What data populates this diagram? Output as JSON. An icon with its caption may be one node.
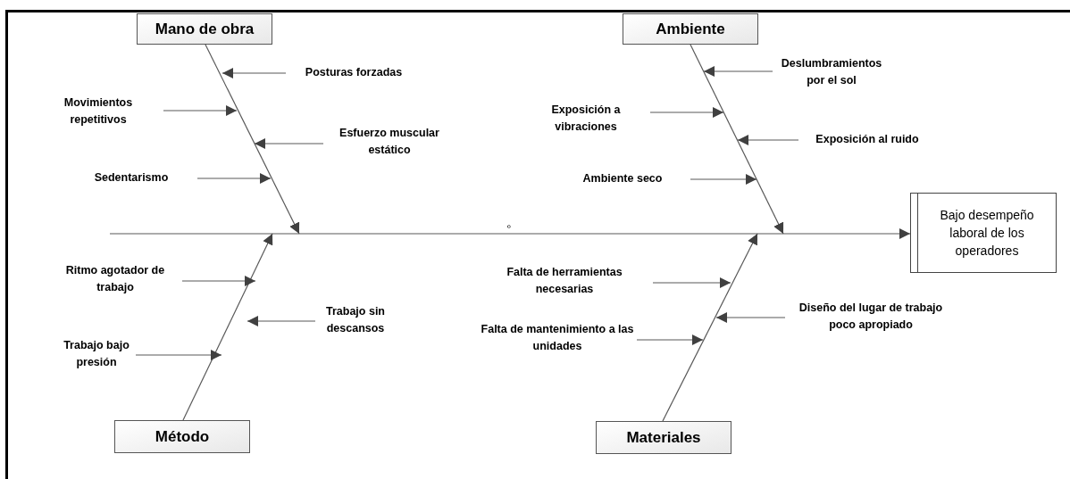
{
  "diagram": {
    "nodes": [
      {
        "text": [
          "Mano de obra"
        ]
      },
      {
        "text": [
          "Ambiente"
        ]
      },
      {
        "text": [
          "Posturas forzadas"
        ]
      },
      {
        "text": [
          "Deslumbramientos por el sol"
        ]
      },
      {
        "text": [
          "Movimientos repetitivos"
        ]
      },
      {
        "text": [
          "Exposición a vibraciones"
        ]
      },
      {
        "text": [
          "Esfuerzo muscular estático"
        ]
      },
      {
        "text": [
          "Exposición al ruido"
        ]
      },
      {
        "text": [
          "Sedentarismo"
        ]
      },
      {
        "text": [
          "Ambiente seco"
        ]
      },
      {
        "text": [
          "Bajo desempeño laboral de los operadores"
        ]
      },
      {
        "text": [
          "Ritmo agotador de trabajo"
        ]
      },
      {
        "text": [
          "Falta de herramientas necesarias"
        ]
      },
      {
        "text": [
          "Trabajo sin descansos"
        ]
      },
      {
        "text": [
          "Diseño del lugar de trabajo poco apropiado"
        ]
      },
      {
        "text": [
          "Trabajo bajo presión"
        ]
      },
      {
        "text": [
          "Falta de mantenimiento a las unidades"
        ]
      },
      {
        "text": [
          "Método"
        ]
      },
      {
        "text": [
          "Materiales"
        ]
      }
    ],
    "edges": [
      {
        "from": null,
        "to": 10,
        "arrow": "to"
      },
      {
        "from": 0,
        "to": null,
        "arrow": "to"
      },
      {
        "from": 1,
        "to": null,
        "arrow": "to"
      },
      {
        "from": 17,
        "to": null,
        "arrow": "to"
      },
      {
        "from": 18,
        "to": null,
        "arrow": "to"
      },
      {
        "from": 2,
        "to": null,
        "arrow": "to"
      },
      {
        "from": 3,
        "to": null,
        "arrow": "to"
      },
      {
        "from": 4,
        "to": null,
        "arrow": "to"
      },
      {
        "from": 5,
        "to": null,
        "arrow": "to"
      },
      {
        "from": 6,
        "to": null,
        "arrow": "to"
      },
      {
        "from": 7,
        "to": null,
        "arrow": "to"
      },
      {
        "from": 8,
        "to": null,
        "arrow": "to"
      },
      {
        "from": 9,
        "to": null,
        "arrow": "to"
      },
      {
        "from": 11,
        "to": null,
        "arrow": "to"
      },
      {
        "from": 12,
        "to": null,
        "arrow": "to"
      },
      {
        "from": 13,
        "to": null,
        "arrow": "to"
      },
      {
        "from": 14,
        "to": null,
        "arrow": "to"
      },
      {
        "from": 15,
        "to": null,
        "arrow": "to"
      },
      {
        "from": 16,
        "to": null,
        "arrow": "to"
      }
    ],
    "labels": [
      "º"
    ]
  }
}
